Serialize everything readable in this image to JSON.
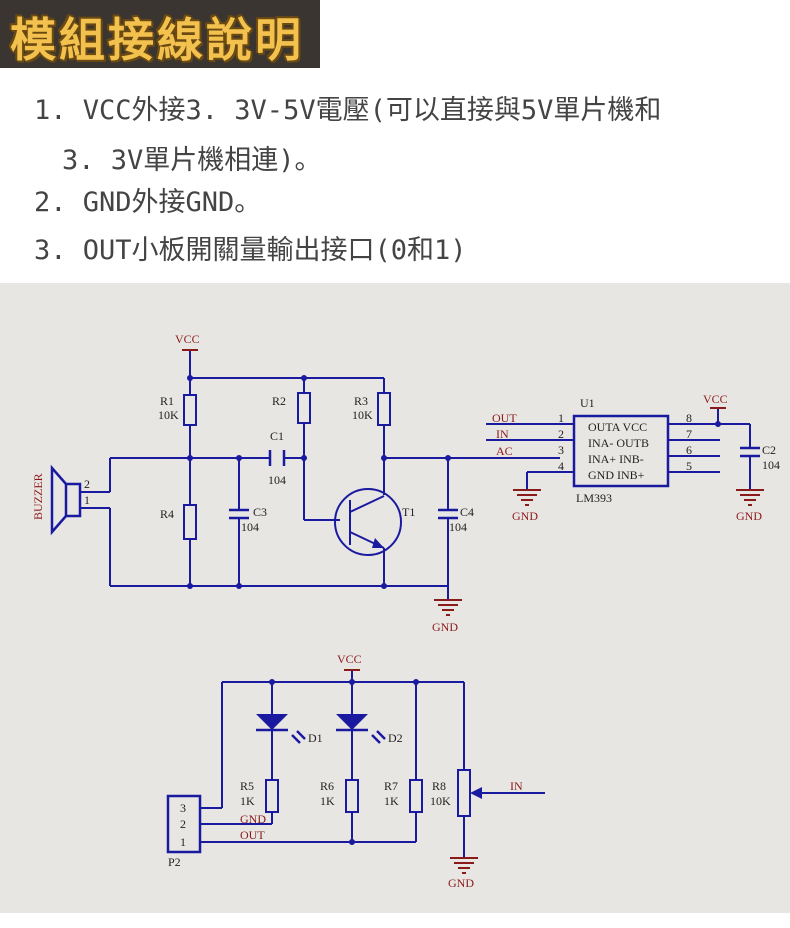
{
  "banner": {
    "title": "模組接線說明"
  },
  "instructions": [
    {
      "text": "1. VCC外接3. 3V-5V電壓(可以直接與5V單片機和"
    },
    {
      "text": "3. 3V單片機相連)。"
    },
    {
      "text": "2. GND外接GND。"
    },
    {
      "text": "3. OUT小板開關量輸出接口(0和1)"
    }
  ],
  "colors": {
    "wire": "#1a1aa0",
    "label": "#8b1a1a",
    "banner_bg": "#3a3530",
    "banner_text": "#f2c14e",
    "schematic_bg": "#e8e6e3"
  },
  "schematic": {
    "labels": {
      "vcc": "VCC",
      "gnd": "GND",
      "buzzer": "BUZZER",
      "r1": "R1",
      "r1_val": "10K",
      "r2": "R2",
      "r3": "R3",
      "r3_val": "10K",
      "r4": "R4",
      "c1": "C1",
      "c1_val": "104",
      "c3": "C3",
      "c3_val": "104",
      "c4": "C4",
      "c4_val": "104",
      "t1": "T1",
      "u1": "U1",
      "lm393": "LM393",
      "c2": "C2",
      "c2_val": "104",
      "net_out": "OUT",
      "net_in": "IN",
      "net_ac": "AC",
      "p2": "P2",
      "d1": "D1",
      "d2": "D2",
      "r5": "R5",
      "r5_val": "1K",
      "r6": "R6",
      "r6_val": "1K",
      "r7": "R7",
      "r7_val": "1K",
      "r8": "R8",
      "r8_val": "10K",
      "pin1": "1",
      "pin2": "2",
      "pin3": "3",
      "pin4": "4",
      "pin5": "5",
      "pin6": "6",
      "pin7": "7",
      "pin8": "8",
      "buz_pin1": "1",
      "buz_pin2": "2",
      "ic_row1": "OUTA VCC",
      "ic_row2": "INA- OUTB",
      "ic_row3": "INA+  INB-",
      "ic_row4": "GND  INB+",
      "p2_pin3": "3",
      "p2_pin2": "2",
      "p2_pin1": "1"
    }
  }
}
